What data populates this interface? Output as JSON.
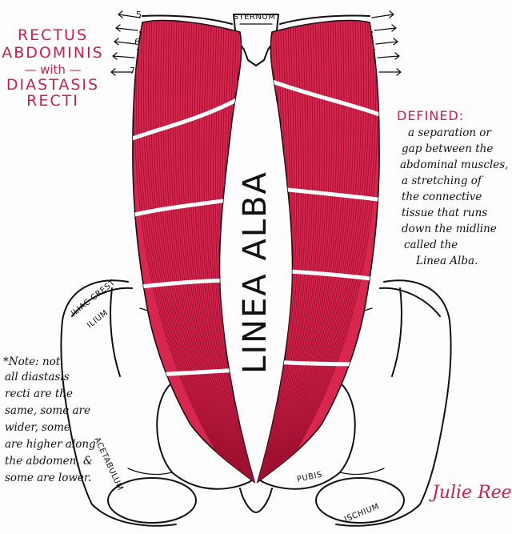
{
  "title": {
    "line1": "RECTUS",
    "line2": "ABDOMINIS",
    "line3": "— with —",
    "line4": "DIASTASIS",
    "line5": "RECTI"
  },
  "labels": {
    "sternum": "STERNUM",
    "linea_alba": "LINEA ALBA",
    "iliac_crest": "ILIAC CREST",
    "ilium": "ILIUM",
    "acetabulum": "ACETABULUM",
    "pubis": "PUBIS",
    "ischium": "ISCHIUM"
  },
  "rib_numbers": [
    "5",
    "6",
    "7"
  ],
  "definition": {
    "heading": "DEFINED:",
    "lines": [
      "a separation or",
      "gap between the",
      "abdominal muscles,",
      "a stretching of",
      "the connective",
      "tissue that runs",
      "down the midline",
      "called the",
      "Linea Alba."
    ]
  },
  "note": {
    "lines": [
      "*Note: not",
      "all diastasis",
      "recti are the",
      "same, some are",
      "wider, some",
      "are higher along",
      "the abdomen, &",
      "some are lower."
    ]
  },
  "signature": "Julie Reed",
  "colors": {
    "muscle": "#d8264f",
    "muscle_dark": "#9e0f30",
    "ink": "#111111",
    "title_red": "#cc1f4a"
  }
}
